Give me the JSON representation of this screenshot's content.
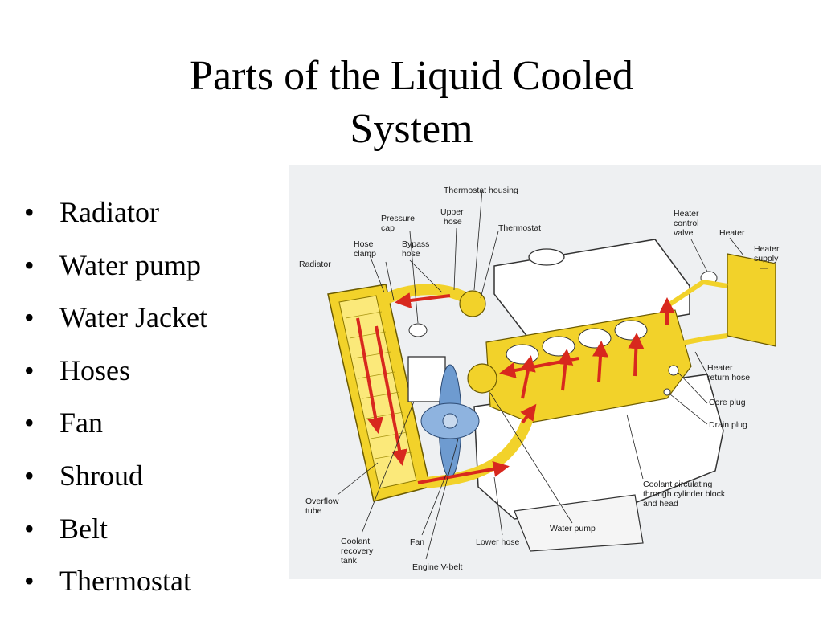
{
  "slide": {
    "title_line1": "Parts of the Liquid Cooled",
    "title_line2": "System"
  },
  "bullet_glyph": "•",
  "bullets": [
    "Radiator",
    "Water pump",
    "Water Jacket",
    "Hoses",
    "Fan",
    "Shroud",
    "Belt",
    "Thermostat"
  ],
  "diagram": {
    "colors": {
      "coolant": "#f2d22a",
      "flow_arrow": "#d8281e",
      "engine": "#ffffff",
      "fan": "#6e9bd0",
      "background": "#eef0f2"
    },
    "labels": {
      "thermostat_housing": "Thermostat housing",
      "pressure_cap_1": "Pressure",
      "pressure_cap_2": "cap",
      "upper_hose_1": "Upper",
      "upper_hose_2": "hose",
      "thermostat": "Thermostat",
      "heater_control_valve_1": "Heater",
      "heater_control_valve_2": "control",
      "heater_control_valve_3": "valve",
      "heater": "Heater",
      "heater_supply_1": "Heater",
      "heater_supply_2": "supply",
      "hose_clamp_1": "Hose",
      "hose_clamp_2": "clamp",
      "bypass_hose_1": "Bypass",
      "bypass_hose_2": "hose",
      "radiator": "Radiator",
      "heater_return_hose_1": "Heater",
      "heater_return_hose_2": "return hose",
      "core_plug": "Core plug",
      "drain_plug": "Drain plug",
      "coolant_circulating_1": "Coolant circulating",
      "coolant_circulating_2": "through cylinder block",
      "coolant_circulating_3": "and head",
      "overflow_tube_1": "Overflow",
      "overflow_tube_2": "tube",
      "water_pump": "Water pump",
      "coolant_recovery_tank_1": "Coolant",
      "coolant_recovery_tank_2": "recovery",
      "coolant_recovery_tank_3": "tank",
      "fan": "Fan",
      "lower_hose": "Lower hose",
      "engine_v_belt": "Engine V-belt"
    }
  }
}
